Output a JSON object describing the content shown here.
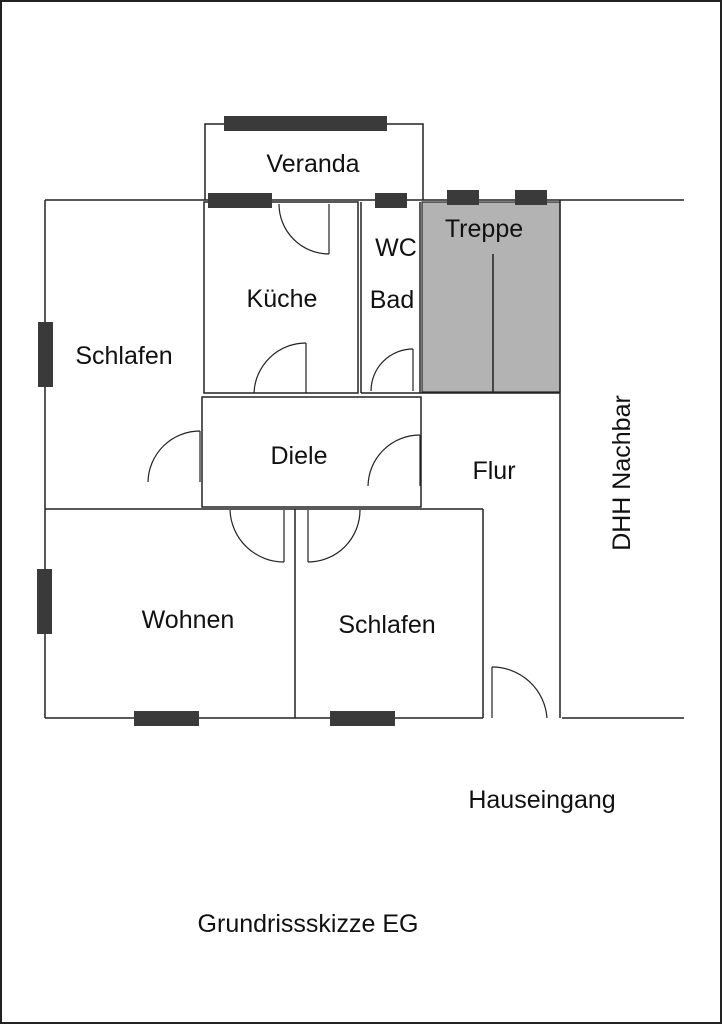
{
  "plan": {
    "rooms": {
      "veranda": "Veranda",
      "kueche": "Küche",
      "wc": "WC",
      "bad": "Bad",
      "treppe": "Treppe",
      "schlafen_links": "Schlafen",
      "diele": "Diele",
      "flur": "Flur",
      "wohnen": "Wohnen",
      "schlafen_mitte": "Schlafen"
    },
    "neighbor": "DHH Nachbar",
    "entrance": "Hauseingang",
    "title": "Grundrissskizze EG"
  },
  "colors": {
    "wall": "#222222",
    "window": "#3a3a3a",
    "stair": "#b3b3b3"
  }
}
